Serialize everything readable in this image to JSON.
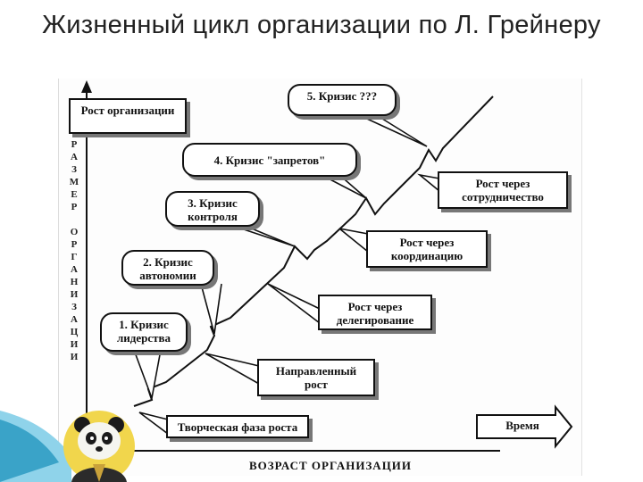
{
  "title": "Жизненный цикл организации по Л. Грейнеру",
  "y_axis": {
    "box_label": "Рост организации",
    "vertical_letters": [
      "Р",
      "А",
      "З",
      "М",
      "Е",
      "Р",
      "",
      "О",
      "Р",
      "Г",
      "А",
      "Н",
      "И",
      "З",
      "А",
      "Ц",
      "И",
      "И"
    ]
  },
  "x_axis": {
    "label": "ВОЗРАСТ ОРГАНИЗАЦИИ",
    "arrow_label": "Время"
  },
  "growth_phases": [
    "Творческая фаза роста",
    "Направленный рост",
    "Рост через делегирование",
    "Рост через координацию",
    "Рост через сотрудничество"
  ],
  "crises": [
    "1. Кризис лидерства",
    "2. Кризис автономии",
    "3. Кризис контроля",
    "4. Кризис \"запретов\"",
    "5. Кризис ???"
  ],
  "colors": {
    "ink": "#111111",
    "shadow": "#777777",
    "slide_accent": "#3aa3c8"
  }
}
